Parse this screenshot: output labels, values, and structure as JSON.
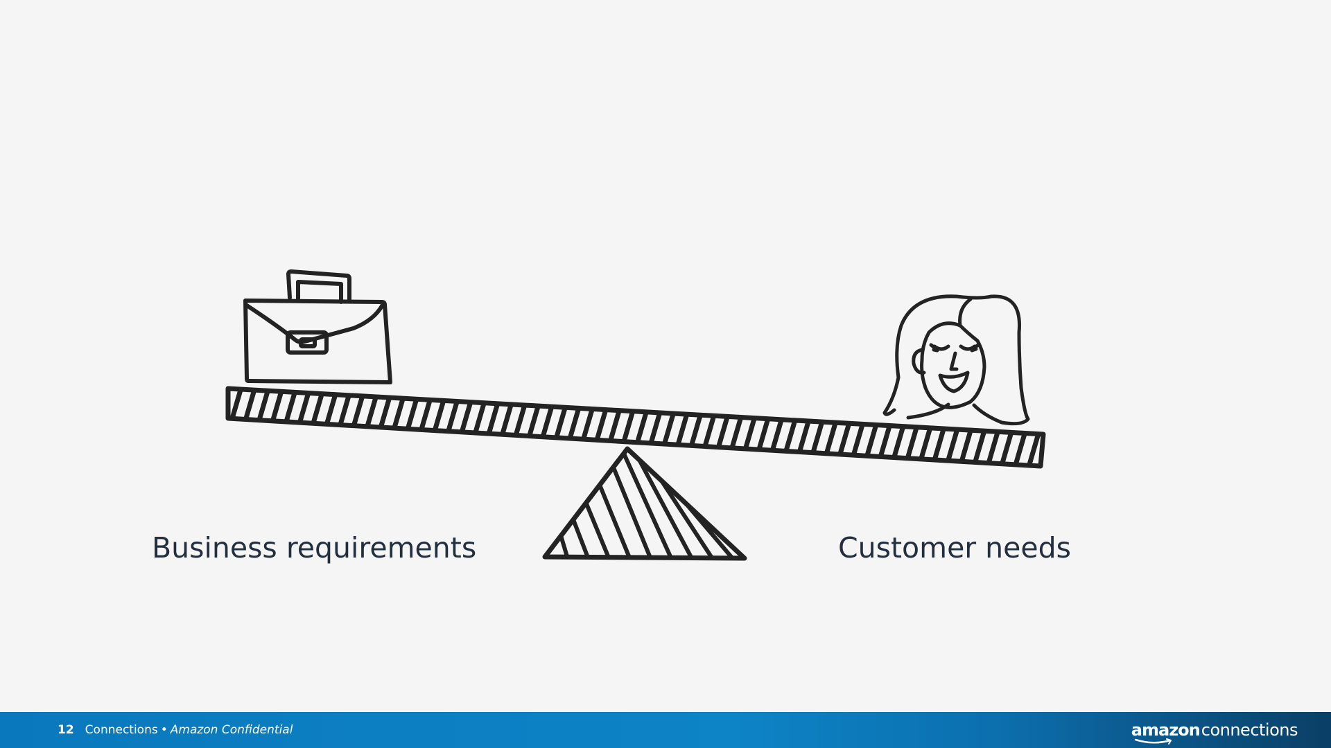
{
  "slide": {
    "left_label": "Business requirements",
    "right_label": "Customer needs"
  },
  "footer": {
    "page_number": "12",
    "section": "Connections",
    "separator": "•",
    "confidential": "Amazon Confidential",
    "logo_brand": "amazon",
    "logo_product": "connections"
  },
  "icons": [
    "briefcase-icon",
    "smiling-woman-icon",
    "seesaw-plank",
    "seesaw-fulcrum"
  ],
  "colors": {
    "background": "#f5f5f5",
    "ink": "#232323",
    "footer_blue": "#0d84c6",
    "footer_dark": "#0a3f66"
  }
}
